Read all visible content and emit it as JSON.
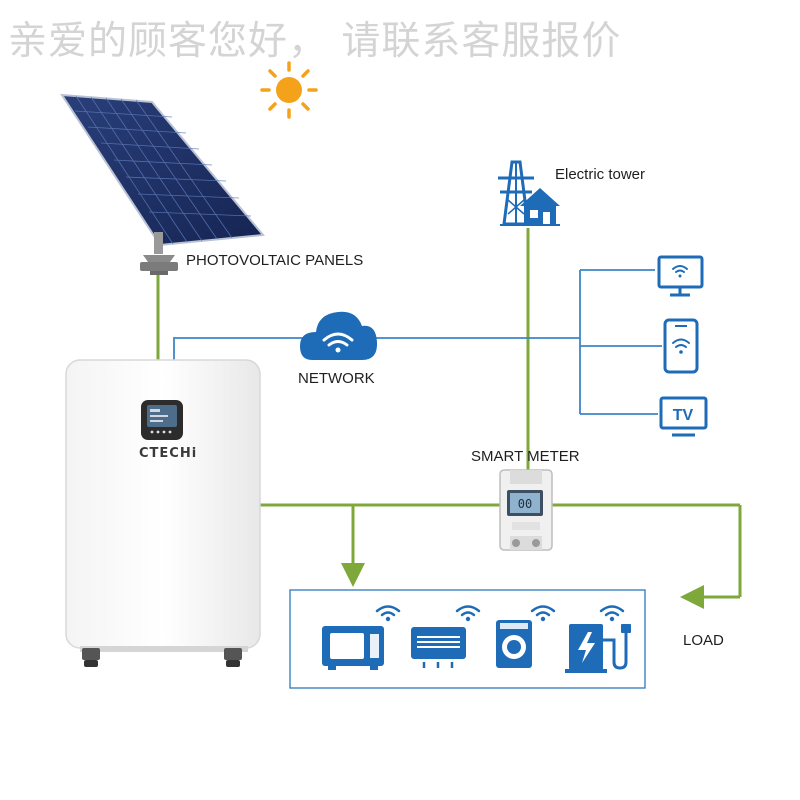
{
  "watermark": "亲爱的顾客您好， 请联系客服报价",
  "labels": {
    "photovoltaic_panels": "PHOTOVOLTAIC PANELS",
    "electric_tower": "Electric tower",
    "network": "NETWORK",
    "smart_meter": "SMART METER",
    "load": "LOAD",
    "brand": "CTECHi",
    "meter_display": "00",
    "tv": "TV"
  },
  "colors": {
    "wire_green": "#7fa83a",
    "wire_blue": "#3d86c6",
    "icon_blue": "#1e6bb8",
    "sun_orange": "#f5a21b",
    "load_box_border": "#2e78be"
  },
  "icons": [
    "sun-icon",
    "solar-panel-icon",
    "electric-tower-icon",
    "cloud-wifi-icon",
    "monitor-wifi-icon",
    "phone-wifi-icon",
    "tv-icon",
    "microwave-icon",
    "air-conditioner-icon",
    "washing-machine-icon",
    "ev-charger-icon",
    "smart-meter-icon",
    "battery-unit-icon"
  ]
}
